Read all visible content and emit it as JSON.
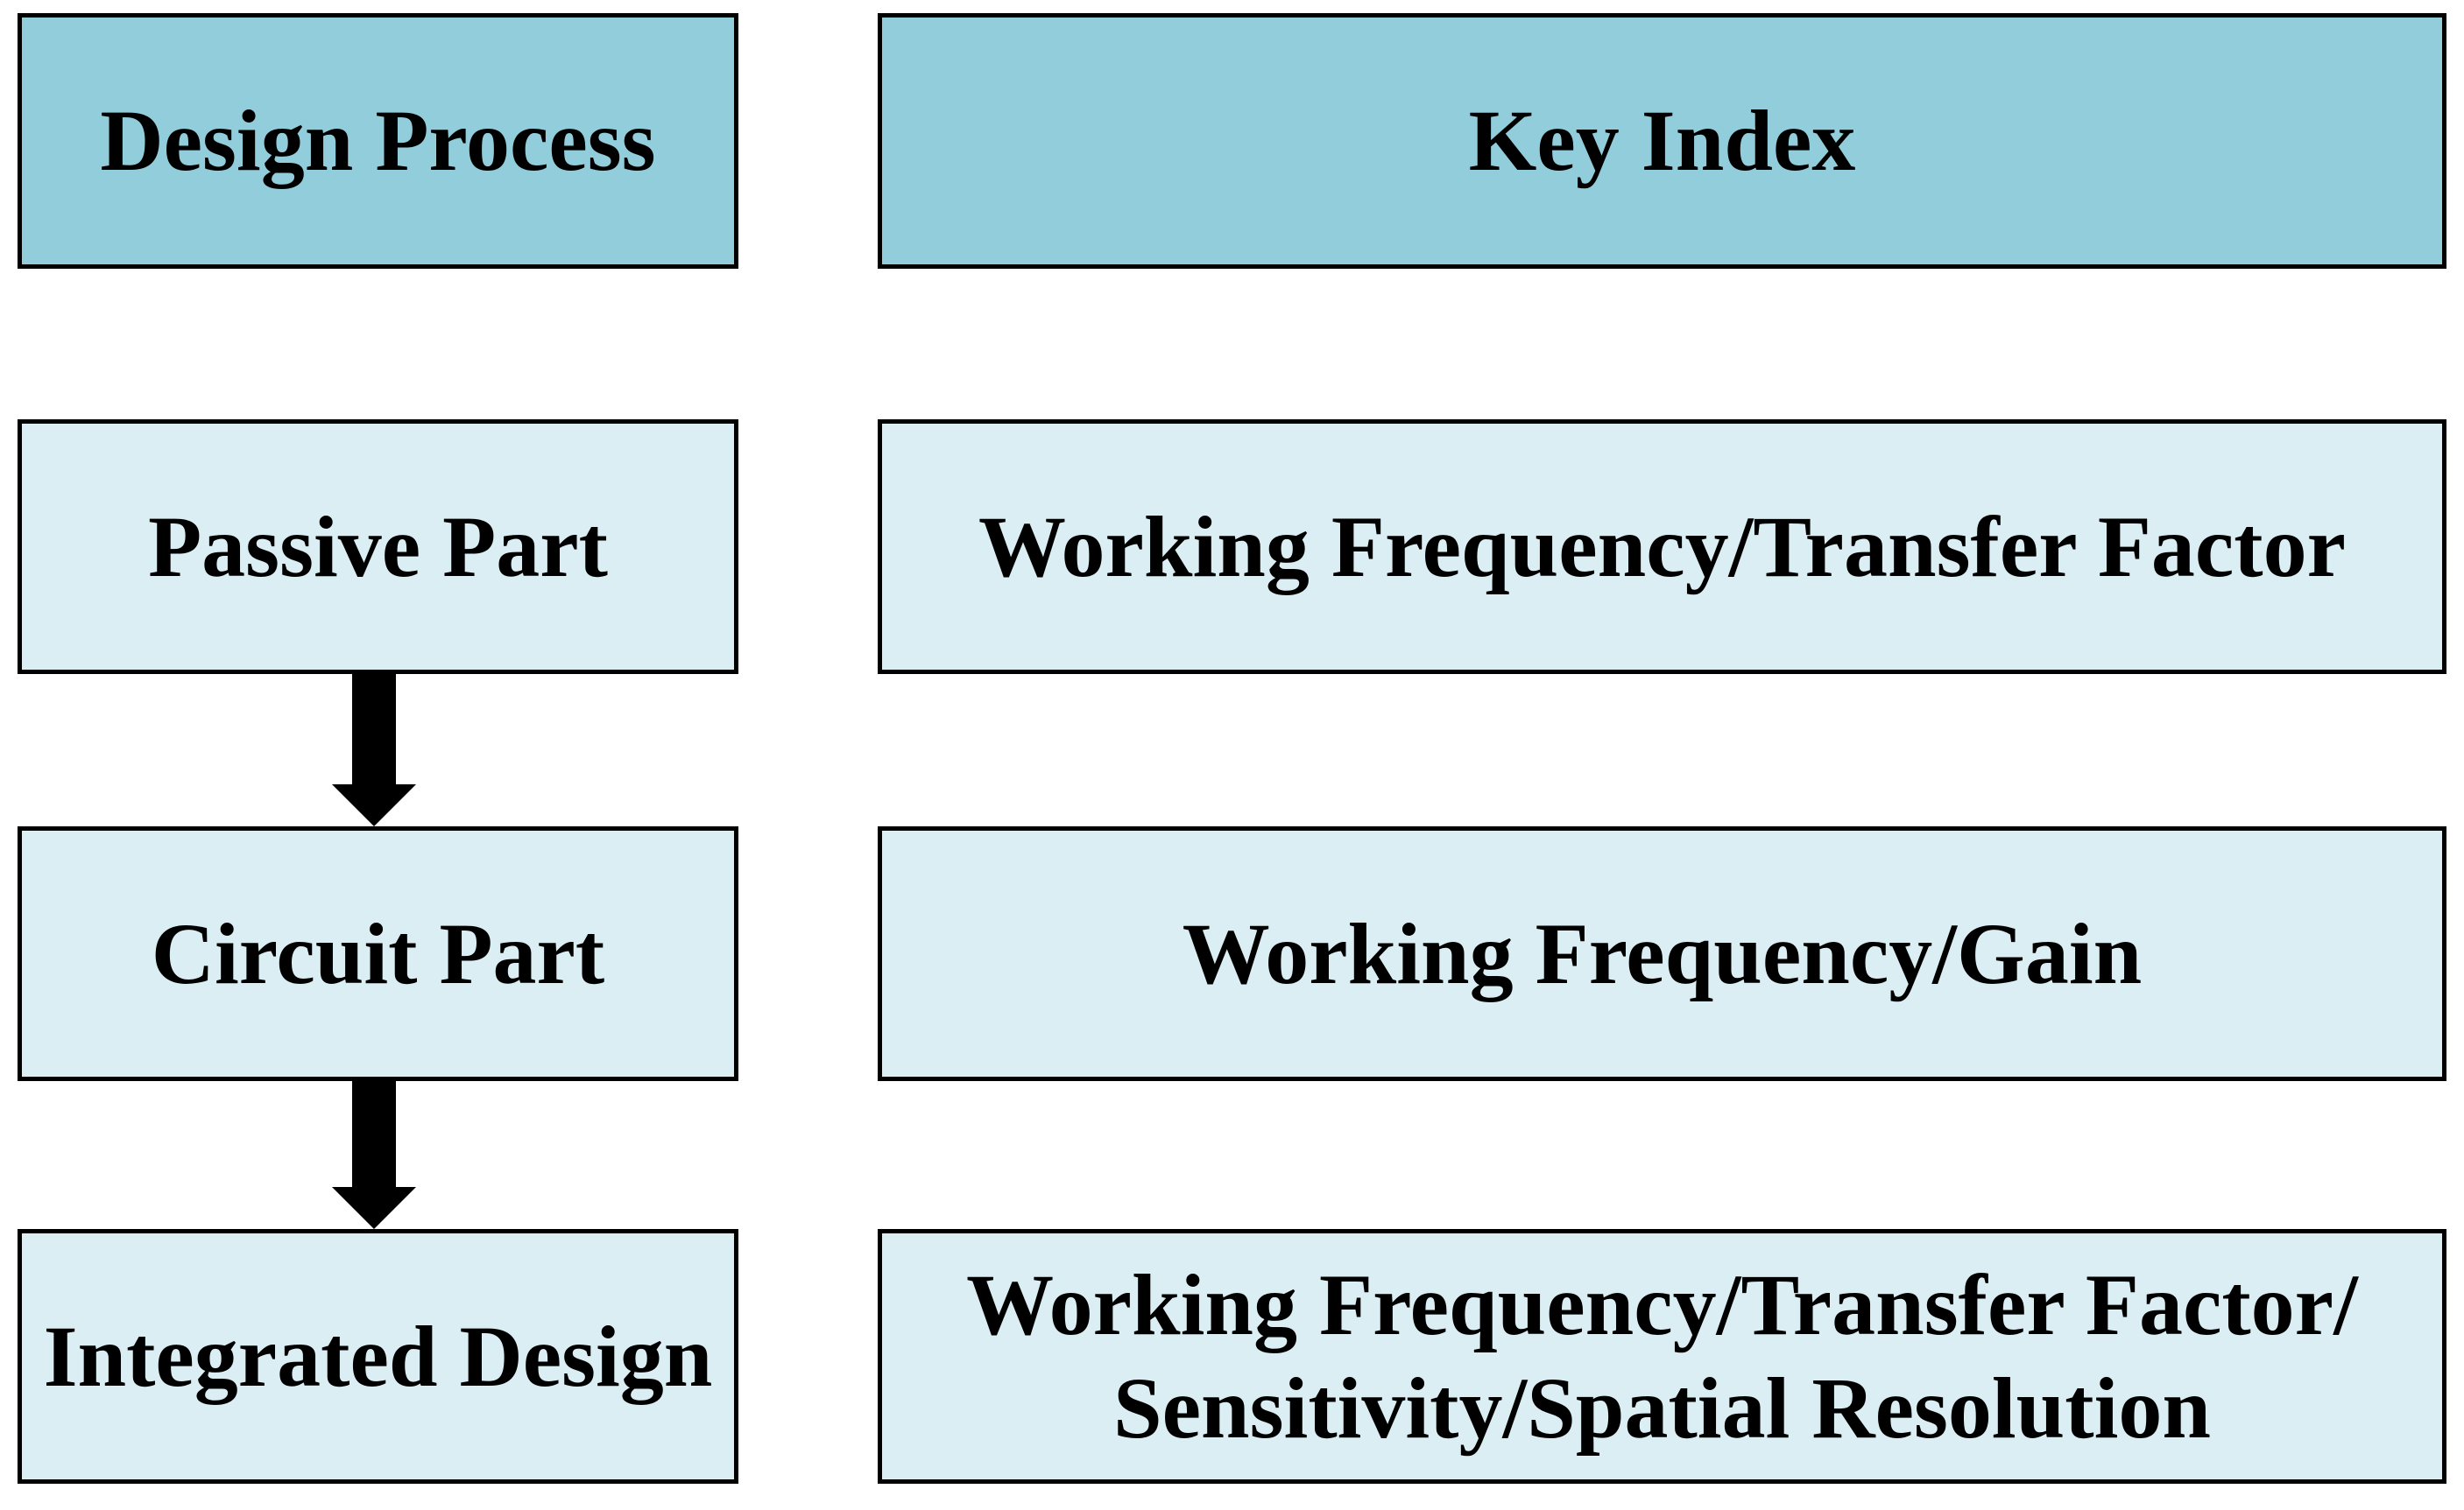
{
  "diagram": {
    "headers": {
      "left": "Design Process",
      "right": "Key Index"
    },
    "rows": [
      {
        "process": "Passive Part",
        "key_index": "Working Frequency/Transfer Factor"
      },
      {
        "process": "Circuit Part",
        "key_index": "Working Frequency/Gain"
      },
      {
        "process": "Integrated Design",
        "key_index_lines": [
          "Working Frequency/Transfer Factor/",
          "Sensitivity/Spatial Resolution"
        ]
      }
    ],
    "colors": {
      "header_fill": "#92CDDC",
      "row_fill": "#DAEEF3",
      "border": "#000000",
      "arrow": "#000000",
      "background": "#FFFFFF",
      "text": "#000000"
    }
  }
}
